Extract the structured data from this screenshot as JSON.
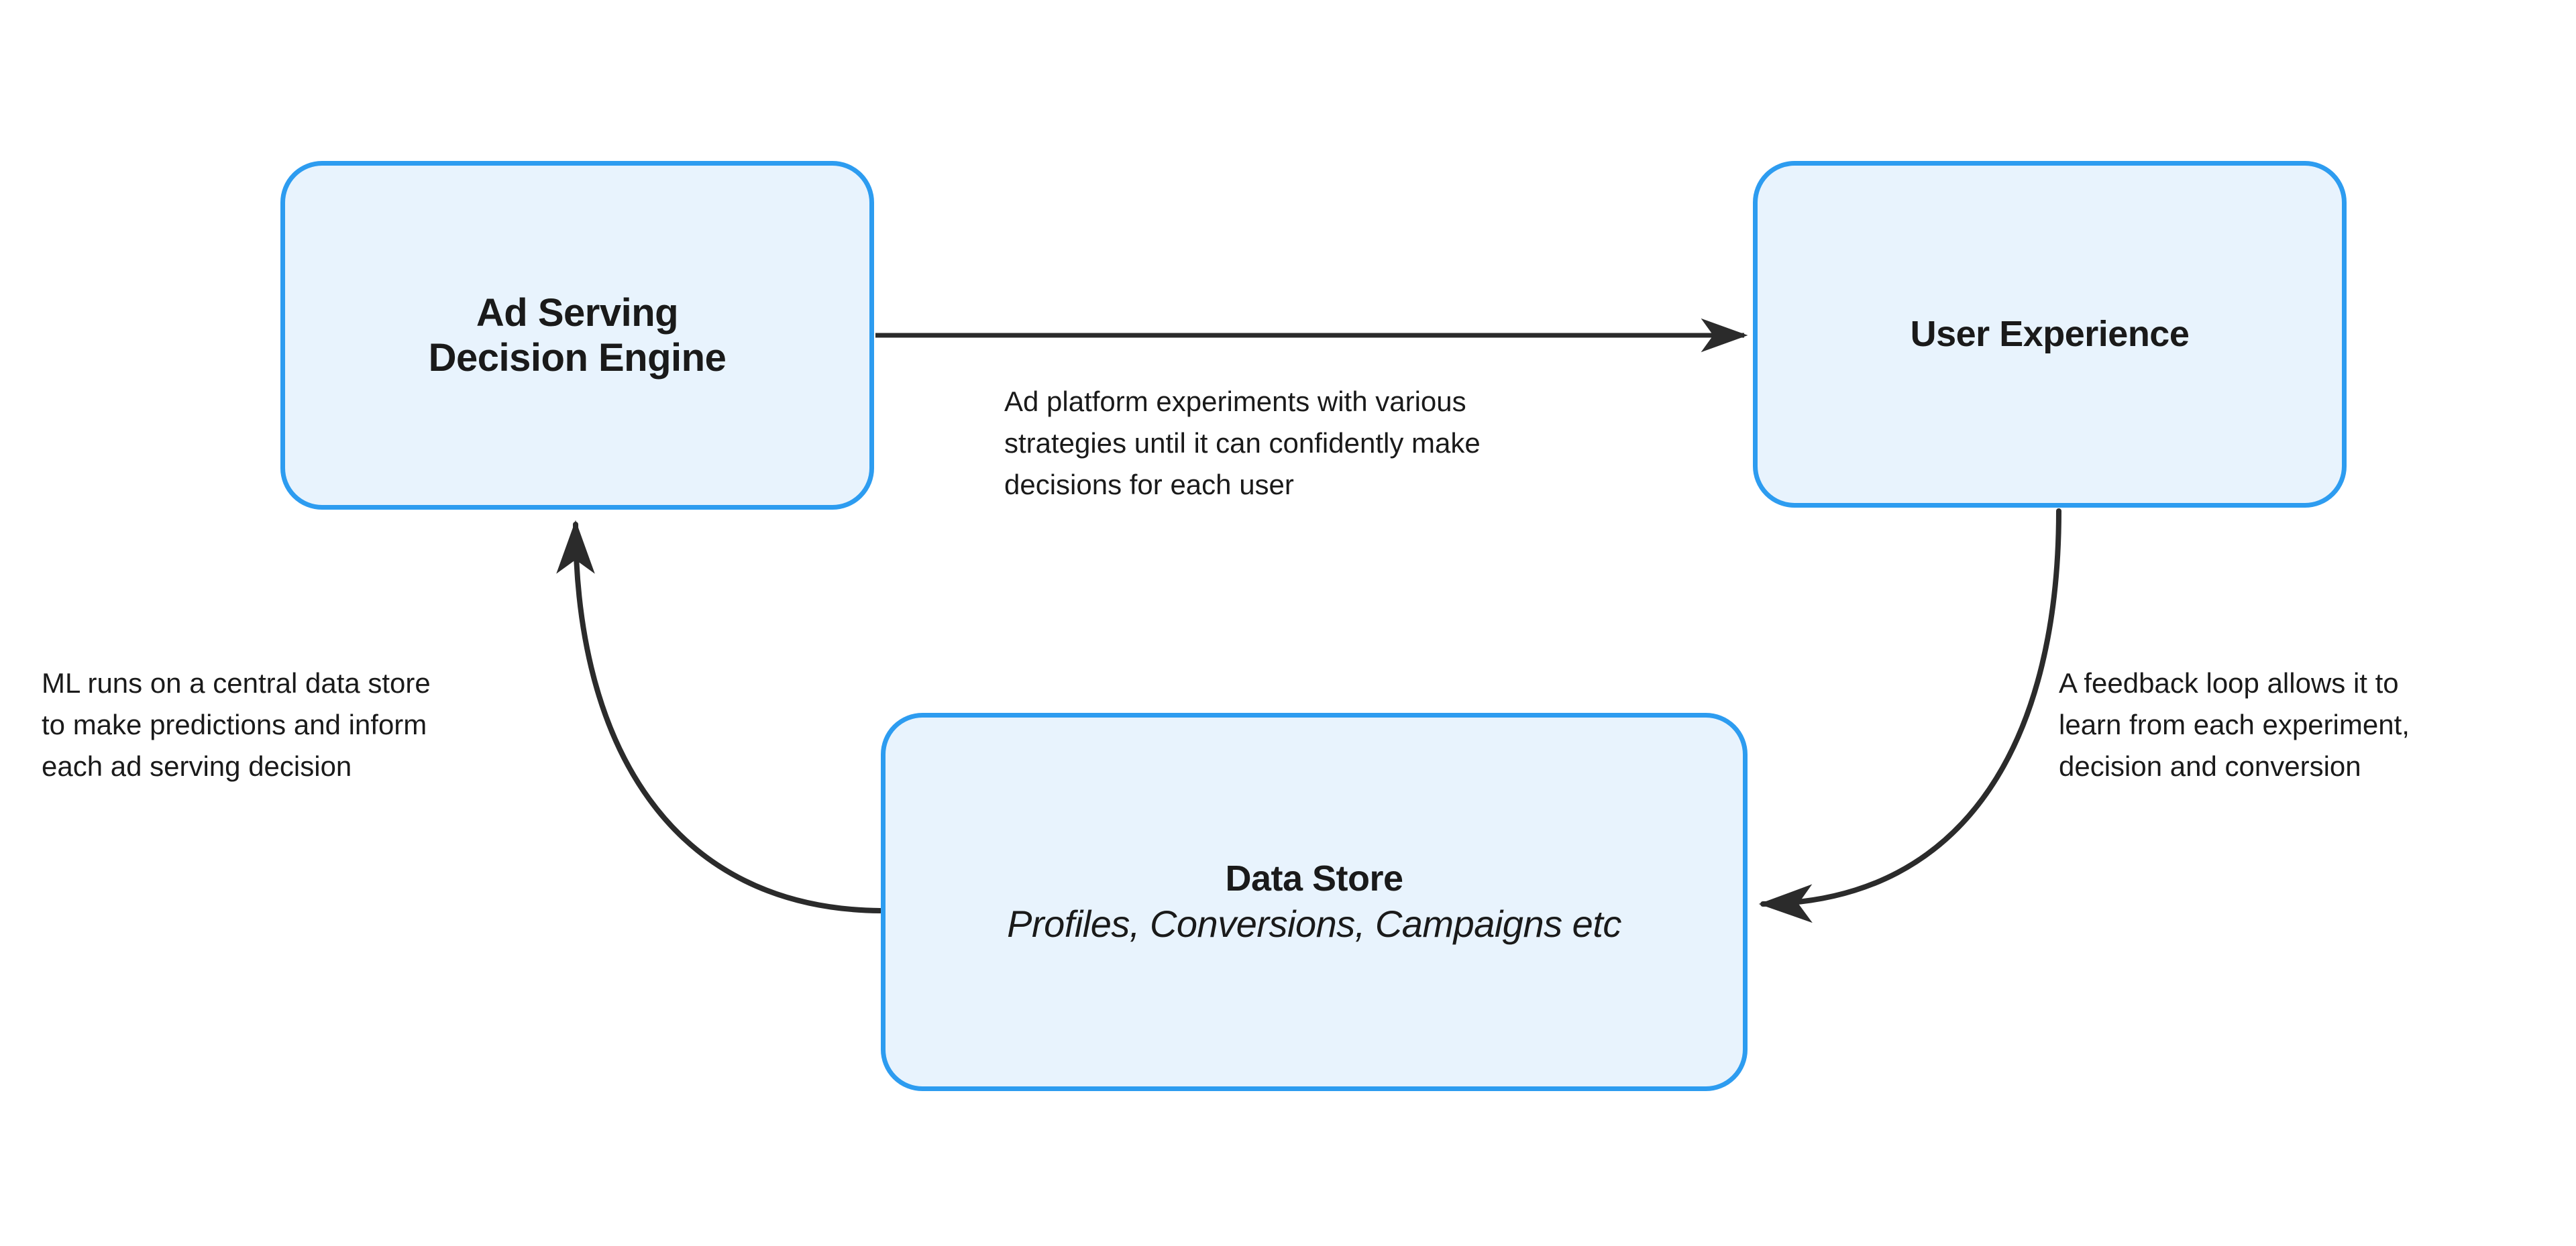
{
  "diagram": {
    "background_color": "#ffffff",
    "node_fill": "#e8f3fd",
    "node_border": "#2d9cf0",
    "edge_color": "#2b2b2b",
    "text_color": "#1a1a1a"
  },
  "nodes": {
    "ad_serving": {
      "title": "Ad Serving\nDecision Engine"
    },
    "user_experience": {
      "title": "User Experience"
    },
    "data_store": {
      "title": "Data Store",
      "subtitle": "Profiles, Conversions, Campaigns etc"
    }
  },
  "edges": {
    "ad_serving_to_user_experience": {
      "label": "Ad platform experiments with various\nstrategies until it can confidently make\ndecisions for each user",
      "from": "ad_serving",
      "to": "user_experience",
      "style": "straight-arrow"
    },
    "user_experience_to_data_store": {
      "label": "A feedback loop allows it to\nlearn from each experiment,\ndecision and conversion",
      "from": "user_experience",
      "to": "data_store",
      "style": "curved-arrow"
    },
    "data_store_to_ad_serving": {
      "label": "ML runs on a central data store\nto make predictions and inform\neach ad serving decision",
      "from": "data_store",
      "to": "ad_serving",
      "style": "curved-arrow"
    }
  }
}
